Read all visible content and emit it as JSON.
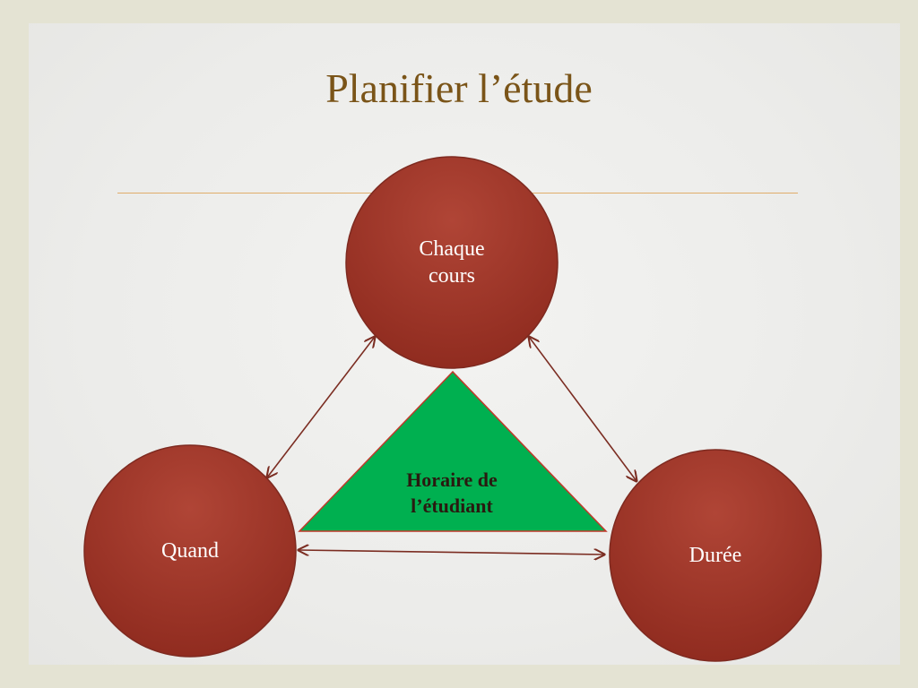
{
  "title": "Planifier l’étude",
  "nodes": {
    "top": {
      "line1": "Chaque",
      "line2": "cours"
    },
    "left": {
      "label": "Quand"
    },
    "right": {
      "label": "Durée"
    },
    "center": {
      "line1": "Horaire de",
      "line2": "l’étudiant"
    }
  },
  "colors": {
    "circle_fill": "#a0372a",
    "circle_stroke": "#7e2a20",
    "triangle_fill": "#00b050",
    "triangle_stroke": "#c0392b",
    "arrow": "#7b2d22",
    "title": "#7a5418",
    "rule": "#e0ad6a"
  }
}
